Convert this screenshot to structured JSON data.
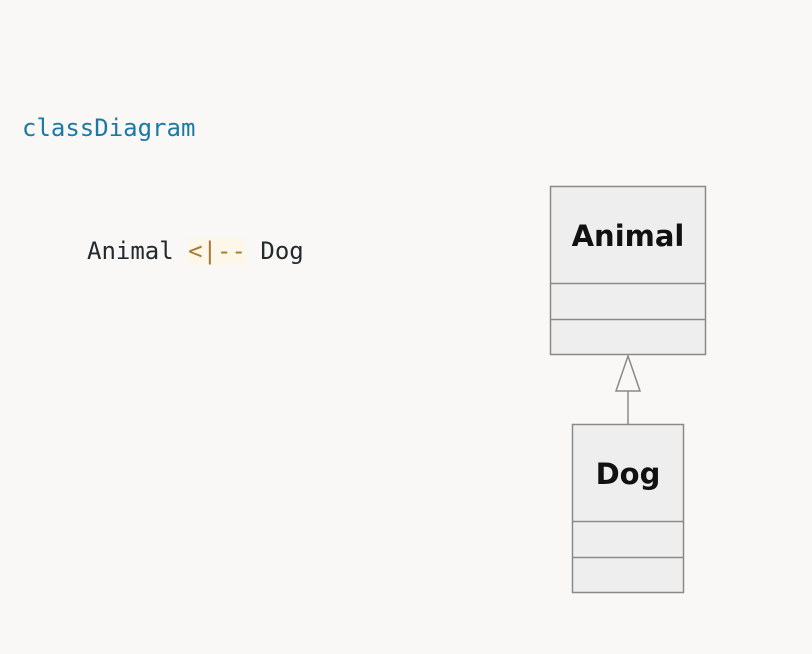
{
  "code": {
    "keyword": "classDiagram",
    "left_class": "Animal",
    "relation_operator": "<|--",
    "right_class": "Dog"
  },
  "diagram": {
    "classes": [
      {
        "name": "Animal"
      },
      {
        "name": "Dog"
      }
    ],
    "relation": {
      "from": "Dog",
      "to": "Animal",
      "type": "inheritance"
    },
    "colors": {
      "class_fill": "#eeeeee",
      "class_stroke": "#8a8a8a",
      "code_keyword": "#1a7aa5",
      "code_operator": "#a47a35"
    }
  }
}
